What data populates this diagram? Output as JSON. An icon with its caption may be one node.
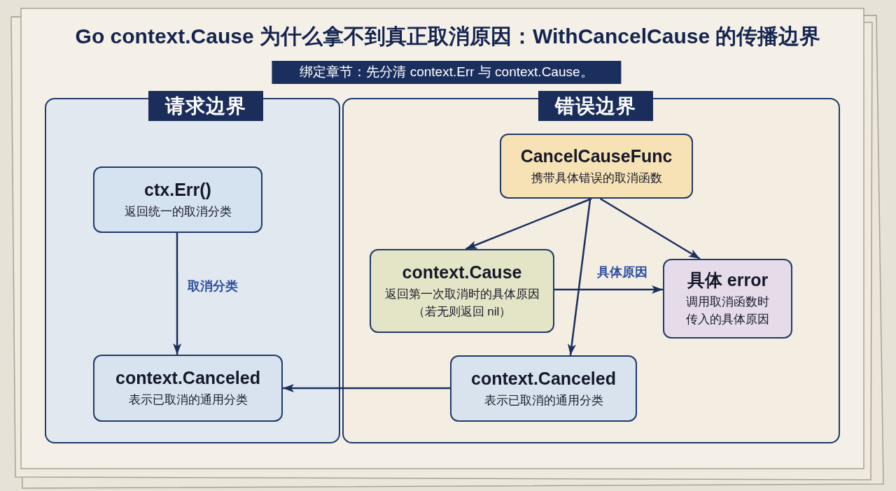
{
  "diagram": {
    "title": "Go context.Cause 为什么拿不到真正取消原因：WithCancelCause 的传播边界",
    "nodes": [
      {
        "text": [
          "请求边界"
        ]
      },
      {
        "text": [
          "ctx.Err()",
          "返回统一的取消分类"
        ],
        "in": 0
      },
      {
        "text": [
          "context.Canceled",
          "表示已取消的通用分类"
        ],
        "in": 0
      },
      {
        "text": [
          "错误边界"
        ]
      },
      {
        "text": [
          "CancelCauseFunc",
          "携带具体错误的取消函数"
        ],
        "in": 3
      },
      {
        "text": [
          "context.Cause",
          "返回第一次取消时的具体原因（若无则返回 nil）"
        ],
        "in": 3
      },
      {
        "text": [
          "具体 error",
          "调用取消函数时传入的具体原因"
        ],
        "in": 3
      },
      {
        "text": [
          "context.Canceled",
          "表示已取消的通用分类"
        ],
        "in": 3
      }
    ],
    "edges": [
      {
        "from": 1,
        "to": 2,
        "arrow": "to",
        "label": "取消分类"
      },
      {
        "from": 4,
        "to": 5,
        "arrow": "to"
      },
      {
        "from": 4,
        "to": 7,
        "arrow": "to"
      },
      {
        "from": 4,
        "to": 6,
        "arrow": "to"
      },
      {
        "from": 5,
        "to": 6,
        "arrow": "to",
        "label": "具体原因"
      },
      {
        "from": 7,
        "to": 2,
        "arrow": "to"
      }
    ],
    "labels": [
      "绑定章节：先分清 context.Err 与 context.Cause。"
    ]
  }
}
